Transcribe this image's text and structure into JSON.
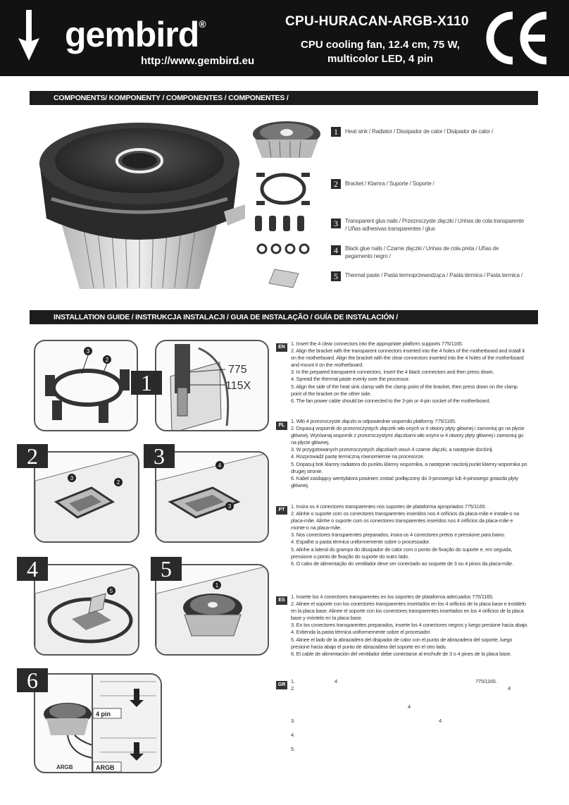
{
  "header": {
    "brand": "gembird",
    "registered": "®",
    "url": "http://www.gembird.eu",
    "model": "CPU-HURACAN-ARGB-X110",
    "description": "CPU cooling fan, 12.4 cm, 75 W, multicolor LED, 4 pin",
    "ce_mark": "CE"
  },
  "components": {
    "title": "COMPONENTS/ KOMPONENTY / COMPONENTES / COMPONENTES /",
    "items": [
      {
        "num": "1",
        "text": "Heat sink / Radiator / Dissipador de calor / Disipador de calor /"
      },
      {
        "num": "2",
        "text": "Bracket / Klamra / Suporte / Soporte /"
      },
      {
        "num": "3",
        "text": "Transparent glus nails / Przezroczyste złączki / Unhas de cola transparente / Uñas adhesivas transparentes / glus"
      },
      {
        "num": "4",
        "text": "Black glue nails / Czarne złączki / Unhas de cola preta / Uñas de pegamento negro /"
      },
      {
        "num": "5",
        "text": "Thermal paste / Pasta termoprzewodząca / Pasta térmica / Pasta termica /"
      }
    ]
  },
  "installation": {
    "title": "INSTALLATION GUIDE / INSTRUKCJA INSTALACJI / GUIA DE INSTALAÇÃO / GUÍA DE INSTALACIÓN /",
    "steps": [
      "1",
      "2",
      "3",
      "4",
      "5",
      "6"
    ],
    "step1_callouts": [
      "3",
      "2"
    ],
    "step1_sizes": [
      "775",
      "115X"
    ],
    "step2_callouts": [
      "3",
      "2"
    ],
    "step3_callouts": [
      "4",
      "3"
    ],
    "step4_callout": "5",
    "step5_callout": "1",
    "step6_labels": [
      "4 pin",
      "ARGB",
      "ARGB"
    ]
  },
  "languages": [
    {
      "code": "EN",
      "lines": [
        "1. Insert the 4 clear connectors into the appropriate platform supports 775/1165.",
        "2. Align the bracket with the transparent connectors inserted into the 4 holes of the motherboard and install it on the motherboard. Align the bracket with the clear connectors inserted into the 4 holes of the motherboard and mount it on the motherboard.",
        "3. In the prepared transparent connectors, insert the 4 black connectors and then press down.",
        "4. Spread the thermal paste evenly over the processor.",
        "5. Align the side of the heat sink clamp with the clamp point of the bracket, then press down on the clamp point of the bracket on the other side.",
        "6. The fan power cable should be connected to the 3-pin or 4-pin socket of the motherboard."
      ]
    },
    {
      "code": "PL",
      "lines": [
        "1. Włó 4 przezroczyste złączki w odpowiednie wsporniki platformy 775/1165.",
        "2. Dopasuj wspornik do przezroczystych złączek wło onych w 4 otwory płyty głównej i zamontuj go na płycie głównej. Wyrównaj wspornik z przezroczystymi złączkami wło onymi w 4 otwory płyty głównej i zamontuj go na płycie głównej.",
        "3. W przygotowanych przezroczystych złączkach wsuń 4 czarne złączki, a następnie dociśnij.",
        "4. Rozprowadź pastę termiczną równomiernie na procesorze.",
        "5. Dopasuj bok klamry radiatora do punktu klamry wspornika, a następnie naciśnij punkt klamry wspornika po drugiej stronie.",
        "6. Kabel zasilający wentylatora powinien zostać podłączony do 3-pinowego lub 4-pinowego gniazda płyty głównej."
      ]
    },
    {
      "code": "PT",
      "lines": [
        "1. Insira os 4 conectores transparentes nos suportes de plataforma apropriados 775/1165.",
        "2. Alinhe o suporte com os conectores transparentes inseridos nos 4 orifícios da placa-mãe e instale-o na placa-mãe. Alinhe o suporte com os conectores transparentes inseridos nos 4 orifícios da placa-mãe e monte-o na placa-mãe.",
        "3. Nos conectores transparentes preparados, insira os 4 conectores pretos e pressione para baixo.",
        "4. Espalhe a pasta térmica uniformemente sobre o processador.",
        "5. Alinhe a lateral do grampo do dissipador de calor com o ponto de fixação do suporte e, em seguida, pressione o ponto de fixação do suporte do outro lado.",
        "6. O cabo de alimentação do ventilador deve ser conectado ao soquete de 3 ou 4 pinos da placa-mãe."
      ]
    },
    {
      "code": "ES",
      "lines": [
        "1. Inserte los 4 conectores transparentes en los soportes de plataforma adecuados 775/1165.",
        "2. Alinee el soporte con los conectores transparentes insertados en los 4 orificios de la placa base e instálelo en la placa base. Alinee el soporte con los conectores transparentes insertados en los 4 orificios de la placa base y móntelo en la placa base.",
        "3. En los conectores transparentes preparados, inserte los 4 conectores negros y luego presione hacia abajo.",
        "4. Extienda la pasta térmica uniformemente sobre el procesador.",
        "5. Alinee el lado de la abrazadera del disipador de calor con el punto de abrazadera del soporte, luego presione hacia abajo el punto de abrazadera del soporte en el otro lado.",
        "6. El cable de alimentación del ventilador debe conectarse al enchufe de 3 o 4 pines de la placa base."
      ]
    },
    {
      "code": "GR",
      "fragments": [
        "1.",
        "4",
        "775/1165.",
        "2.",
        "4",
        "4",
        "3.",
        "4",
        "4.",
        "5."
      ]
    }
  ]
}
